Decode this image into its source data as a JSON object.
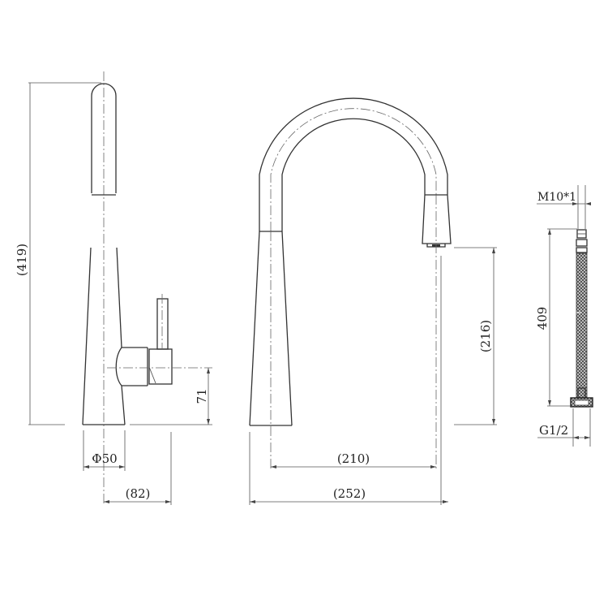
{
  "drawing": {
    "type": "technical-drawing",
    "subject": "pull-down kitchen faucet with supply hose",
    "line_color": "#333333",
    "background": "#ffffff"
  },
  "side_view": {
    "dimensions": {
      "overall_height": "(419)",
      "base_diameter": "Φ50",
      "reach_to_handle": "(82)",
      "handle_height": "71"
    }
  },
  "front_view": {
    "dimensions": {
      "spout_height": "(216)",
      "spout_reach_inner": "(210)",
      "spout_reach_overall": "(252)"
    }
  },
  "hose": {
    "dimensions": {
      "top_thread": "M10*1",
      "length": "409",
      "bottom_thread": "G1/2"
    }
  }
}
